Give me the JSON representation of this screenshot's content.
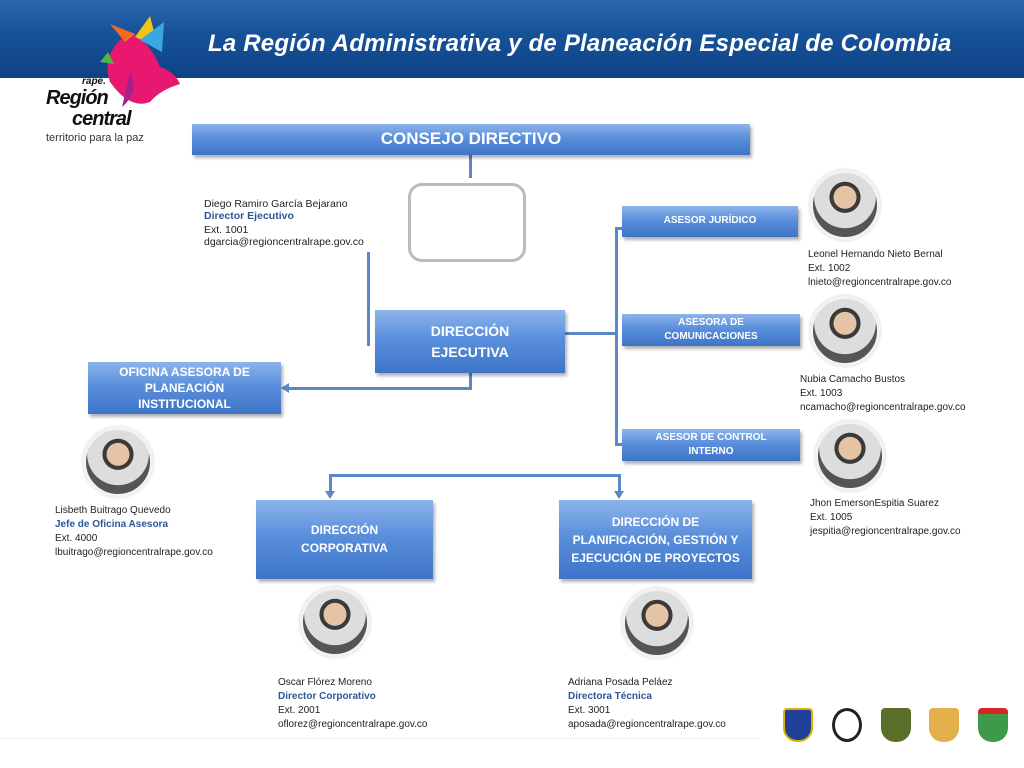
{
  "header": {
    "title": "La Región Administrativa  y de Planeación Especial de Colombia"
  },
  "logo": {
    "rape": "rape.",
    "region": "Región",
    "central": "central",
    "tagline": "territorio para la paz"
  },
  "boxes": {
    "consejo": "CONSEJO DIRECTIVO",
    "direccion_ejecutiva": "DIRECCIÓN EJECUTIVA",
    "oficina_planeacion": "OFICINA ASESORA DE PLANEACIÓN INSTITUCIONAL",
    "asesor_juridico": "ASESOR JURÍDICO",
    "asesora_comunicaciones": "ASESORA DE COMUNICACIONES",
    "asesor_control": "ASESOR DE CONTROL INTERNO",
    "direccion_corporativa": "DIRECCIÓN CORPORATIVA",
    "direccion_planificacion": "DIRECCIÓN DE PLANIFICACIÓN, GESTIÓN Y EJECUCIÓN DE PROYECTOS"
  },
  "people": {
    "garcia": {
      "name": "Diego Ramiro García Bejarano",
      "role": "Director Ejecutivo",
      "ext": "Ext. 1001",
      "email": "dgarcia@regioncentralrape.gov.co"
    },
    "nieto": {
      "name": "Leonel Hernando Nieto Bernal",
      "ext": "Ext. 1002",
      "email": "lnieto@regioncentralrape.gov.co"
    },
    "camacho": {
      "name": "Nubia Camacho Bustos",
      "ext": "Ext. 1003",
      "email": "ncamacho@regioncentralrape.gov.co"
    },
    "espitia": {
      "name": "Jhon EmersonEspitia Suarez",
      "ext": "Ext. 1005",
      "email": "jespitia@regioncentralrape.gov.co"
    },
    "buitrago": {
      "name": "Lisbeth Buitrago Quevedo",
      "role": "Jefe de Oficina Asesora",
      "ext": "Ext. 4000",
      "email": "lbuitrago@regioncentralrape.gov.co"
    },
    "florez": {
      "name": "Oscar Flórez Moreno",
      "role": "Director Corporativo",
      "ext": "Ext. 2001",
      "email": "oflorez@regioncentralrape.gov.co"
    },
    "posada": {
      "name": "Adriana Posada Peláez",
      "role": "Directora Técnica",
      "ext": "Ext. 3001",
      "email": "aposada@regioncentralrape.gov.co"
    }
  },
  "colors": {
    "box": "#5a8fdc",
    "header": "#17539a",
    "line": "#5b88c5"
  }
}
